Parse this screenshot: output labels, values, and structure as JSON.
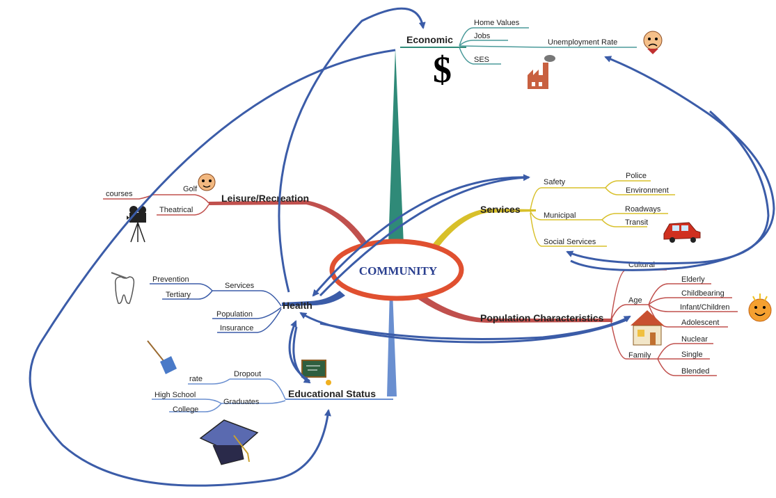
{
  "center": {
    "label": "COMMUNITY"
  },
  "economic": {
    "label": "Economic",
    "items": [
      "Home Values",
      "Jobs",
      "Unemployment Rate",
      "SES"
    ],
    "symbol": "$"
  },
  "leisure": {
    "label": "Leisure/Recreation",
    "items": [
      "Golf",
      "courses",
      "Theatrical"
    ]
  },
  "health": {
    "label": "Health",
    "services": "Services",
    "services_items": [
      "Prevention",
      "Tertiary"
    ],
    "population": "Population",
    "insurance": "Insurance"
  },
  "education": {
    "label": "Educational Status",
    "dropout": "Dropout",
    "dropout_items": [
      "rate"
    ],
    "graduates": "Graduates",
    "graduates_items": [
      "High School",
      "College"
    ]
  },
  "services": {
    "label": "Services",
    "safety": "Safety",
    "safety_items": [
      "Police",
      "Environment"
    ],
    "municipal": "Municipal",
    "municipal_items": [
      "Roadways",
      "Transit"
    ],
    "social": "Social Services"
  },
  "population": {
    "label": "Population Characteristics",
    "cultural": "Cultural",
    "age": "Age",
    "age_items": [
      "Elderly",
      "Childbearing",
      "Infant/Children",
      "Adolescent"
    ],
    "family": "Family",
    "family_items": [
      "Nuclear",
      "Single",
      "Blended"
    ]
  },
  "colors": {
    "economic": "#4a9a9a",
    "leisure": "#c0504d",
    "health": "#3b5ca8",
    "services": "#d8c02a",
    "population": "#c0504d",
    "arrow": "#3b5ca8",
    "ellipse": "#e05030"
  }
}
